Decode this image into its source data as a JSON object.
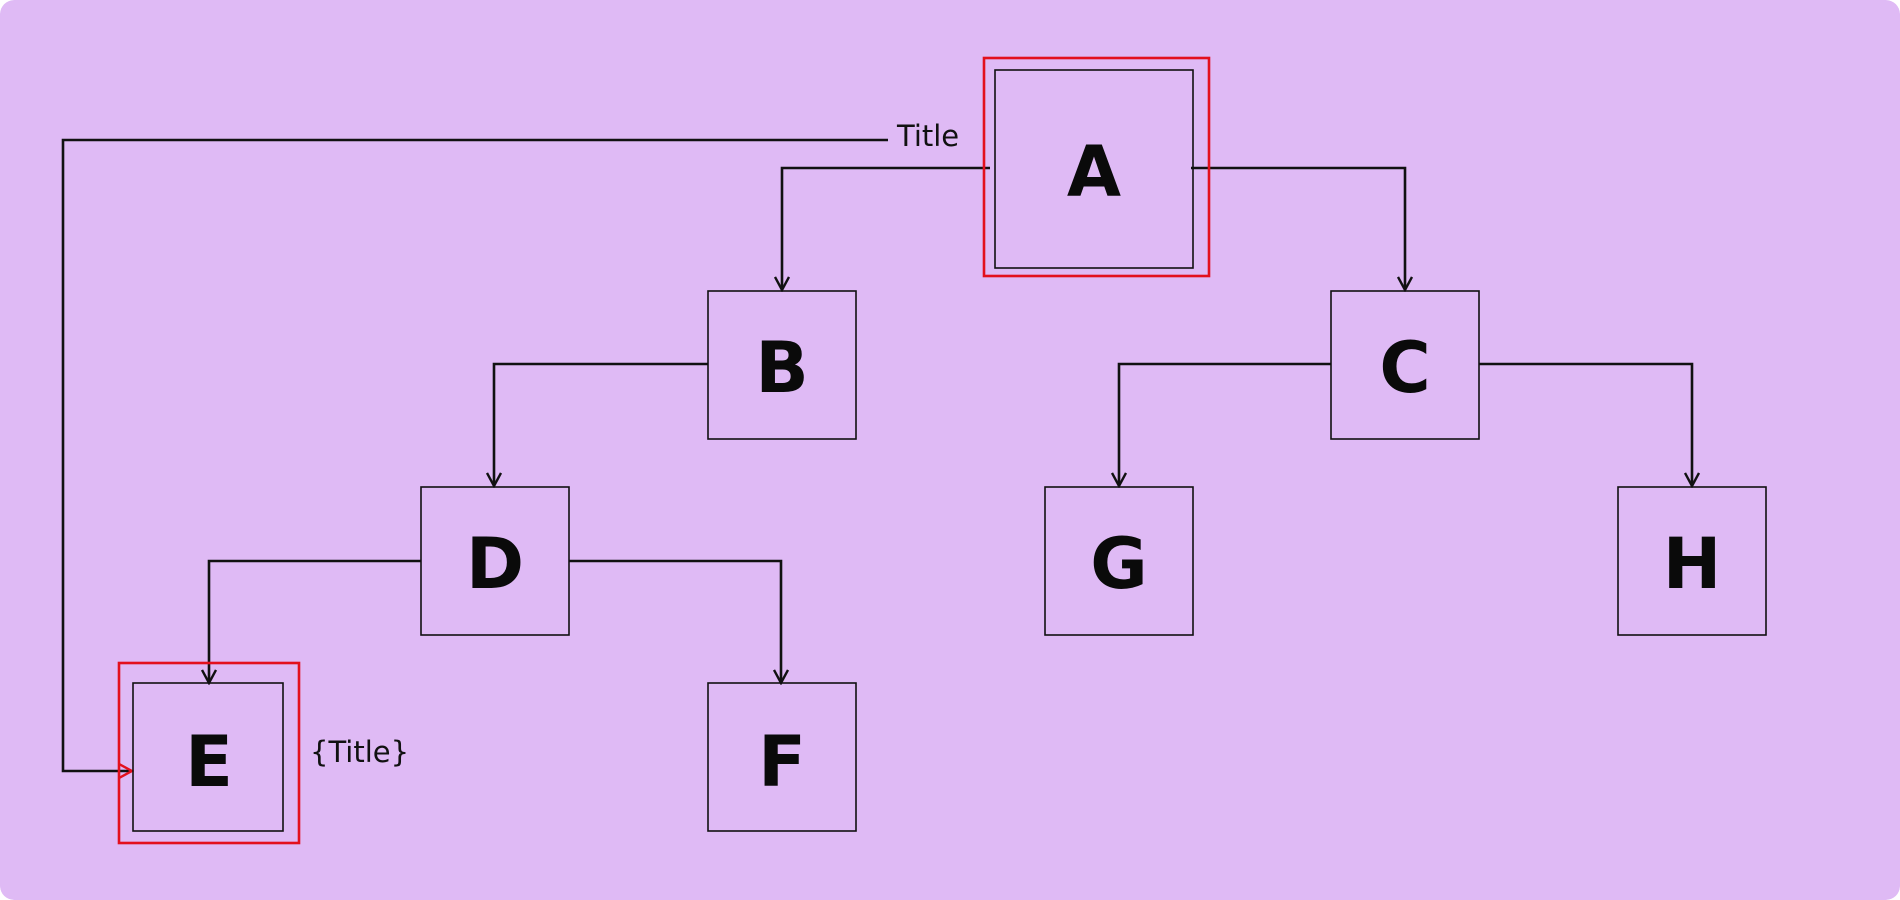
{
  "colors": {
    "background": "#dfbaf5",
    "stroke": "#111111",
    "highlight": "#e3101d"
  },
  "nodes": {
    "A": {
      "label": "A",
      "highlighted": true
    },
    "B": {
      "label": "B"
    },
    "C": {
      "label": "C"
    },
    "D": {
      "label": "D"
    },
    "E": {
      "label": "E",
      "highlighted": true
    },
    "F": {
      "label": "F"
    },
    "G": {
      "label": "G"
    },
    "H": {
      "label": "H"
    }
  },
  "edges": [
    {
      "from": "A",
      "to": "B"
    },
    {
      "from": "A",
      "to": "C"
    },
    {
      "from": "B",
      "to": "D"
    },
    {
      "from": "C",
      "to": "G"
    },
    {
      "from": "C",
      "to": "H"
    },
    {
      "from": "D",
      "to": "E"
    },
    {
      "from": "D",
      "to": "F"
    },
    {
      "from": "A",
      "to": "E",
      "label": "Title"
    }
  ],
  "annotations": {
    "edge_label": "Title",
    "target_label": "{Title}"
  }
}
